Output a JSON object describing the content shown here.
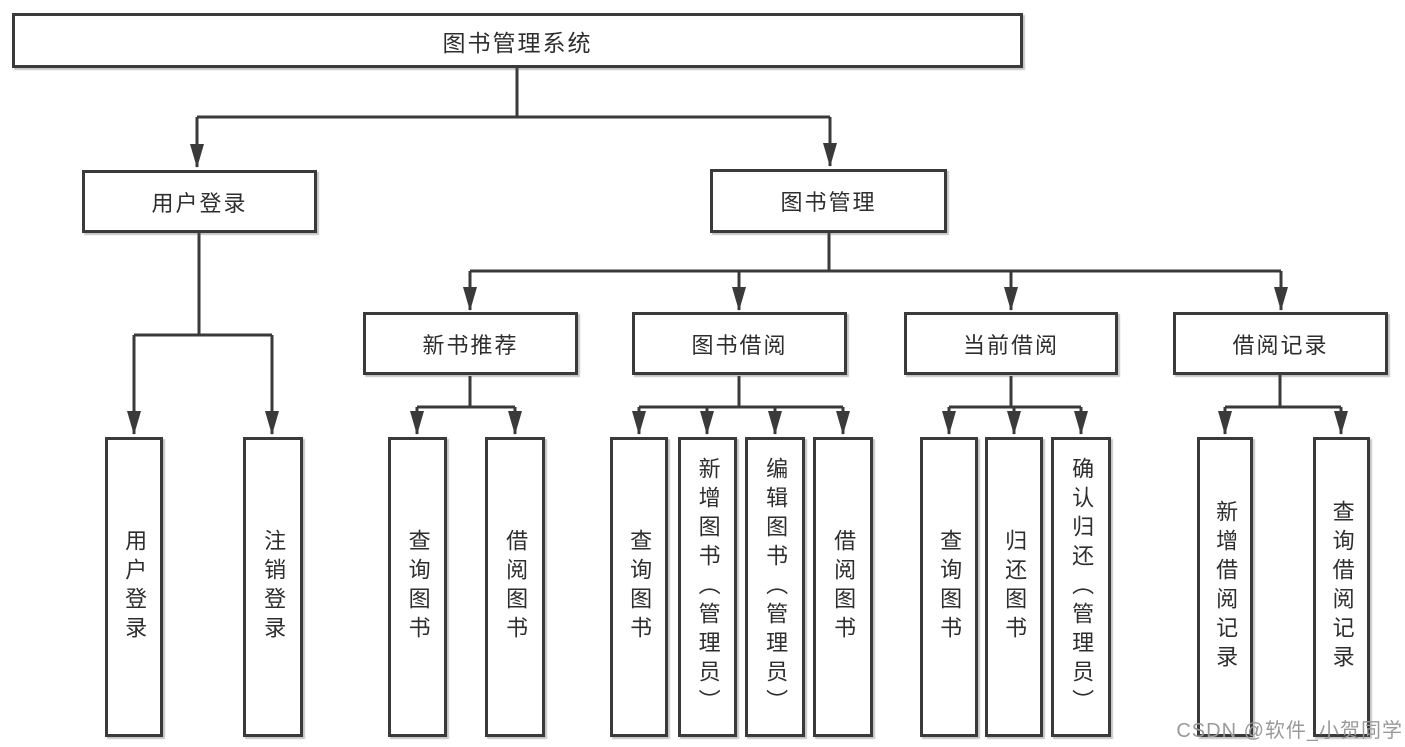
{
  "diagram": {
    "root": {
      "label": "图书管理系统"
    },
    "branches": [
      {
        "label": "用户登录",
        "children": [
          {
            "label": "用户登录"
          },
          {
            "label": "注销登录"
          }
        ]
      },
      {
        "label": "图书管理",
        "children": [
          {
            "label": "新书推荐",
            "children": [
              {
                "label": "查询图书"
              },
              {
                "label": "借阅图书"
              }
            ]
          },
          {
            "label": "图书借阅",
            "children": [
              {
                "label": "查询图书"
              },
              {
                "label": "新增图书（管理员）"
              },
              {
                "label": "编辑图书（管理员）"
              },
              {
                "label": "借阅图书"
              }
            ]
          },
          {
            "label": "当前借阅",
            "children": [
              {
                "label": "查询图书"
              },
              {
                "label": "归还图书"
              },
              {
                "label": "确认归还（管理员）"
              }
            ]
          },
          {
            "label": "借阅记录",
            "children": [
              {
                "label": "新增借阅记录"
              },
              {
                "label": "查询借阅记录"
              }
            ]
          }
        ]
      }
    ],
    "colors": {
      "line": "#3a3a3a",
      "text": "#2e2e2e",
      "watermark": "#9a9a9a",
      "background": "#ffffff"
    },
    "watermark": "CSDN @软件_小贺同学"
  }
}
